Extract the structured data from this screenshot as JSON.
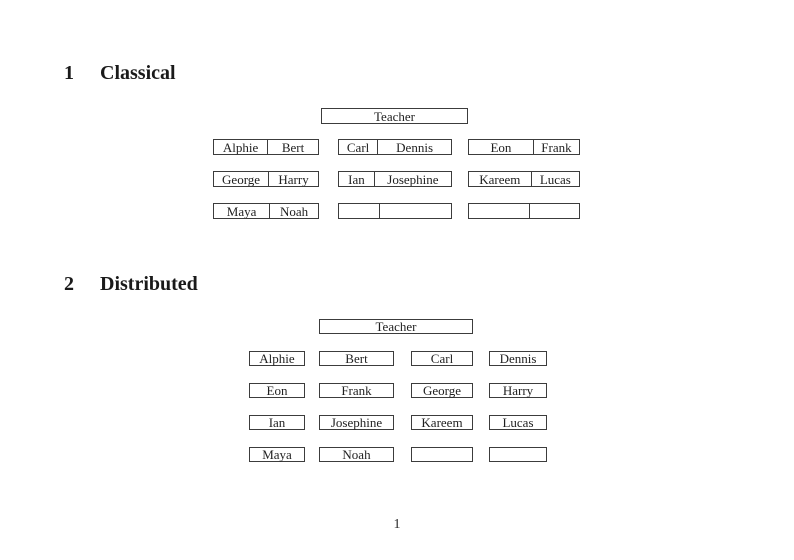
{
  "sections": [
    {
      "number": "1",
      "title": "Classical"
    },
    {
      "number": "2",
      "title": "Distributed"
    }
  ],
  "classical": {
    "teacher": "Teacher",
    "desks": [
      {
        "left": "Alphie",
        "right": "Bert"
      },
      {
        "left": "Carl",
        "right": "Dennis"
      },
      {
        "left": "Eon",
        "right": "Frank"
      },
      {
        "left": "George",
        "right": "Harry"
      },
      {
        "left": "Ian",
        "right": "Josephine"
      },
      {
        "left": "Kareem",
        "right": "Lucas"
      },
      {
        "left": "Maya",
        "right": "Noah"
      },
      {
        "left": "",
        "right": ""
      },
      {
        "left": "",
        "right": ""
      }
    ]
  },
  "distributed": {
    "teacher": "Teacher",
    "seats": [
      "Alphie",
      "Bert",
      "Carl",
      "Dennis",
      "Eon",
      "Frank",
      "George",
      "Harry",
      "Ian",
      "Josephine",
      "Kareem",
      "Lucas",
      "Maya",
      "Noah",
      "",
      ""
    ]
  },
  "page": {
    "number": "1"
  }
}
